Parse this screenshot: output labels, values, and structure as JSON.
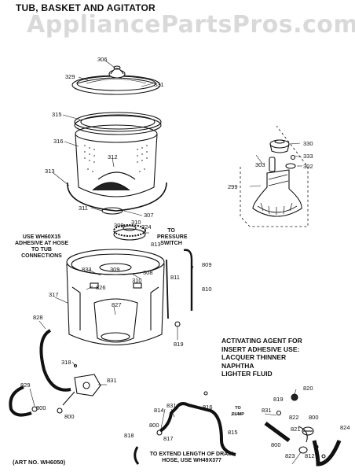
{
  "title": "TUB, BASKET AND AGITATOR",
  "watermark": "AppliancePartsPros.com",
  "notes": {
    "adhesive": "USE WH60X15 ADHESIVE AT HOSE TO TUB CONNECTIONS",
    "pressure_switch": "TO PRESSURE SWITCH",
    "to_pump": "TO PUMP",
    "drain_hose": "TO EXTEND LENGTH OF DRAIN HOSE, USE WH49X377"
  },
  "agent_note": {
    "line1": "ACTIVATING AGENT FOR",
    "line2": "INSERT ADHESIVE USE:",
    "line3": "LACQUER THINNER",
    "line4": "NAPHTHA",
    "line5": "LIGHTER FLUID"
  },
  "art_number": "(ART NO. WH6050)",
  "part_labels": {
    "p306a": "306",
    "p329": "329",
    "p331": "331",
    "p315": "315",
    "p316": "316",
    "p312": "312",
    "p313": "313",
    "p311": "311",
    "p307": "307",
    "p310a": "310",
    "p309a": "309",
    "p224": "224",
    "p813": "813",
    "p833": "833",
    "p309b": "309",
    "p308": "308",
    "p310b": "310",
    "p826": "826",
    "p827": "827",
    "p317": "317",
    "p811": "811",
    "p809": "809",
    "p810": "810",
    "p819a": "819",
    "p828": "828",
    "p318": "318",
    "p829": "829",
    "p800a": "800",
    "p800b": "800",
    "p831a": "831",
    "p814": "814",
    "p831b": "831",
    "p800c": "800",
    "p817": "817",
    "p816": "816",
    "p815": "815",
    "p818": "818",
    "p330": "330",
    "p333": "333",
    "p303": "303",
    "p302": "302",
    "p299": "299",
    "p820": "820",
    "p819b": "819",
    "p831c": "831",
    "p822": "822",
    "p800d": "800",
    "p821": "821",
    "p800e": "800",
    "p823": "823",
    "p812": "812",
    "p824": "824"
  }
}
